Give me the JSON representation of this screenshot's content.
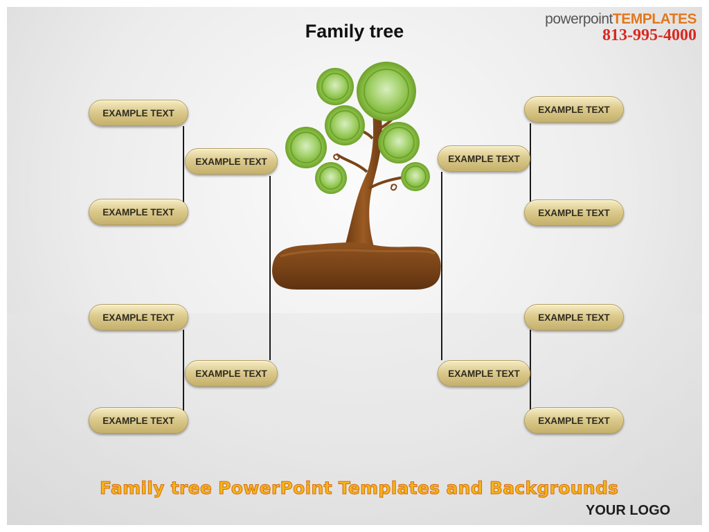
{
  "title": "Family tree",
  "brand": {
    "name_plain": "powerpoint",
    "name_accent": "TEMPLATES",
    "phone": "813-995-4000"
  },
  "nodes": {
    "left_top_outer_1": "EXAMPLE TEXT",
    "left_top_outer_2": "EXAMPLE TEXT",
    "left_top_mid": "EXAMPLE TEXT",
    "left_bottom_outer_1": "EXAMPLE TEXT",
    "left_bottom_outer_2": "EXAMPLE TEXT",
    "left_bottom_mid": "EXAMPLE TEXT",
    "right_top_outer_1": "EXAMPLE TEXT",
    "right_top_outer_2": "EXAMPLE TEXT",
    "right_top_mid": "EXAMPLE TEXT",
    "right_bottom_outer_1": "EXAMPLE TEXT",
    "right_bottom_outer_2": "EXAMPLE TEXT",
    "right_bottom_mid": "EXAMPLE TEXT"
  },
  "footer": "Family tree PowerPoint Templates and Backgrounds",
  "logo": "YOUR LOGO",
  "colors": {
    "node_gold": "#dccb8e",
    "leaf_green": "#8dc63f",
    "trunk_brown": "#7a4418",
    "footer_orange": "#f3b51a",
    "phone_red": "#d9281f"
  },
  "icons": {
    "tree": "tree-illustration"
  }
}
